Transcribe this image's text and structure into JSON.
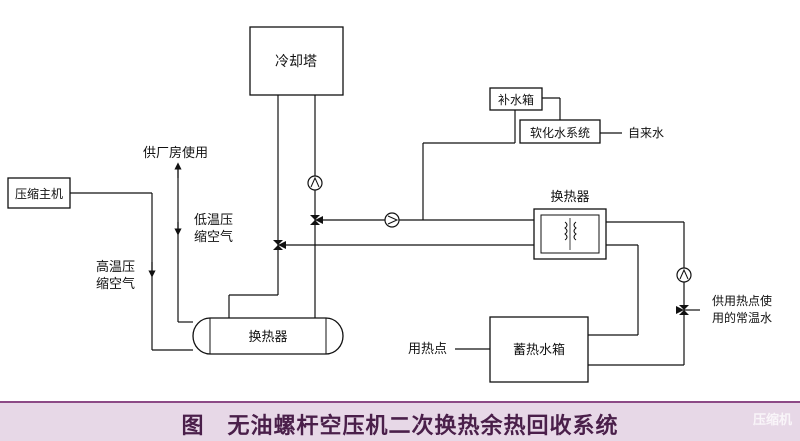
{
  "labels": {
    "cooling_tower": "冷却塔",
    "makeup_tank": "补水箱",
    "softened_water_system": "软化水系统",
    "tap_water": "自来水",
    "factory_use": "供厂房使用",
    "compressor_main": "压缩主机",
    "low_temp_air_line1": "低温压",
    "low_temp_air_line2": "缩空气",
    "high_temp_air_line1": "高温压",
    "high_temp_air_line2": "缩空气",
    "heat_exchanger_upper": "换热器",
    "heat_exchanger_lower": "换热器",
    "heat_storage_tank": "蓄热水箱",
    "heat_use_point": "用热点",
    "supply_line1": "供用热点使",
    "supply_line2": "用的常温水"
  },
  "caption": "图　无油螺杆空压机二次换热余热回收系统",
  "watermark": "压缩机",
  "colors": {
    "line": "#111111",
    "caption_bg": "#e7d8e7",
    "caption_border": "#8c4a86",
    "caption_text": "#4a1f4a"
  }
}
